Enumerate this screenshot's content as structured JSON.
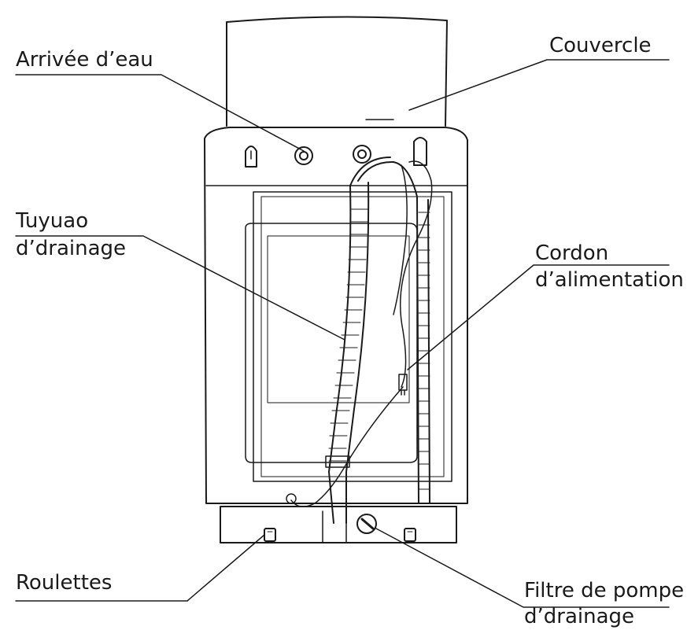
{
  "labels": {
    "water_inlet": "Arrivée d’eau",
    "lid": "Couvercle",
    "drain_hose_line1": "Tuyuao",
    "drain_hose_line2": "d’drainage",
    "power_cord_line1": "Cordon",
    "power_cord_line2": "d’alimentation",
    "casters": "Roulettes",
    "pump_filter_line1": "Filtre de pompe",
    "pump_filter_line2": "d’drainage"
  },
  "colors": {
    "ink": "#1a1a1a",
    "background": "#ffffff"
  }
}
